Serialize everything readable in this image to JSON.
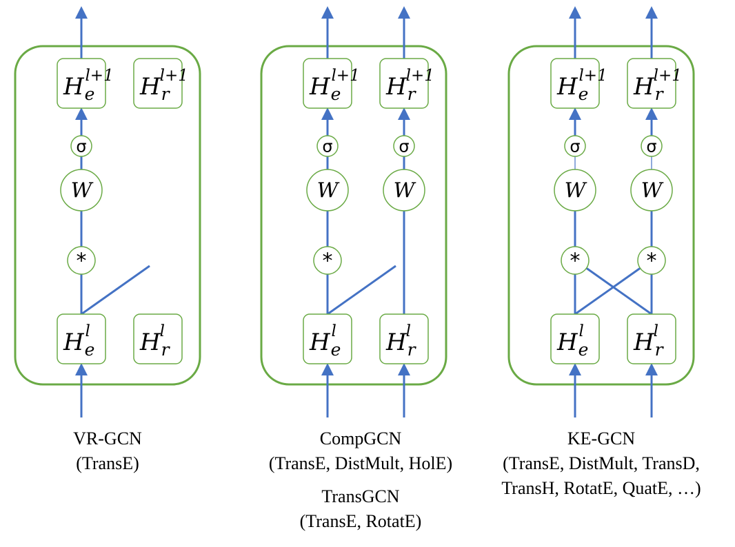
{
  "symbols": {
    "H": "H",
    "e": "e",
    "r": "r",
    "l": "l",
    "l_plus_1": "l+1",
    "sigma": "σ",
    "W": "W",
    "compose": "*"
  },
  "colors": {
    "panel": "#6aaa45",
    "edge": "#4472c4",
    "text": "#000000"
  },
  "panels": [
    {
      "id": "vr-gcn",
      "caption_lines": [
        "VR-GCN",
        "(TransE)"
      ],
      "extra_caption_lines": []
    },
    {
      "id": "compgcn",
      "caption_lines": [
        "CompGCN",
        "(TransE, DistMult, HolE)"
      ],
      "extra_caption_lines": [
        "TransGCN",
        "(TransE, RotatE)"
      ]
    },
    {
      "id": "ke-gcn",
      "caption_lines": [
        "KE-GCN",
        "(TransE, DistMult, TransD,",
        "TransH, RotatE, QuatE, …)"
      ],
      "extra_caption_lines": []
    }
  ]
}
